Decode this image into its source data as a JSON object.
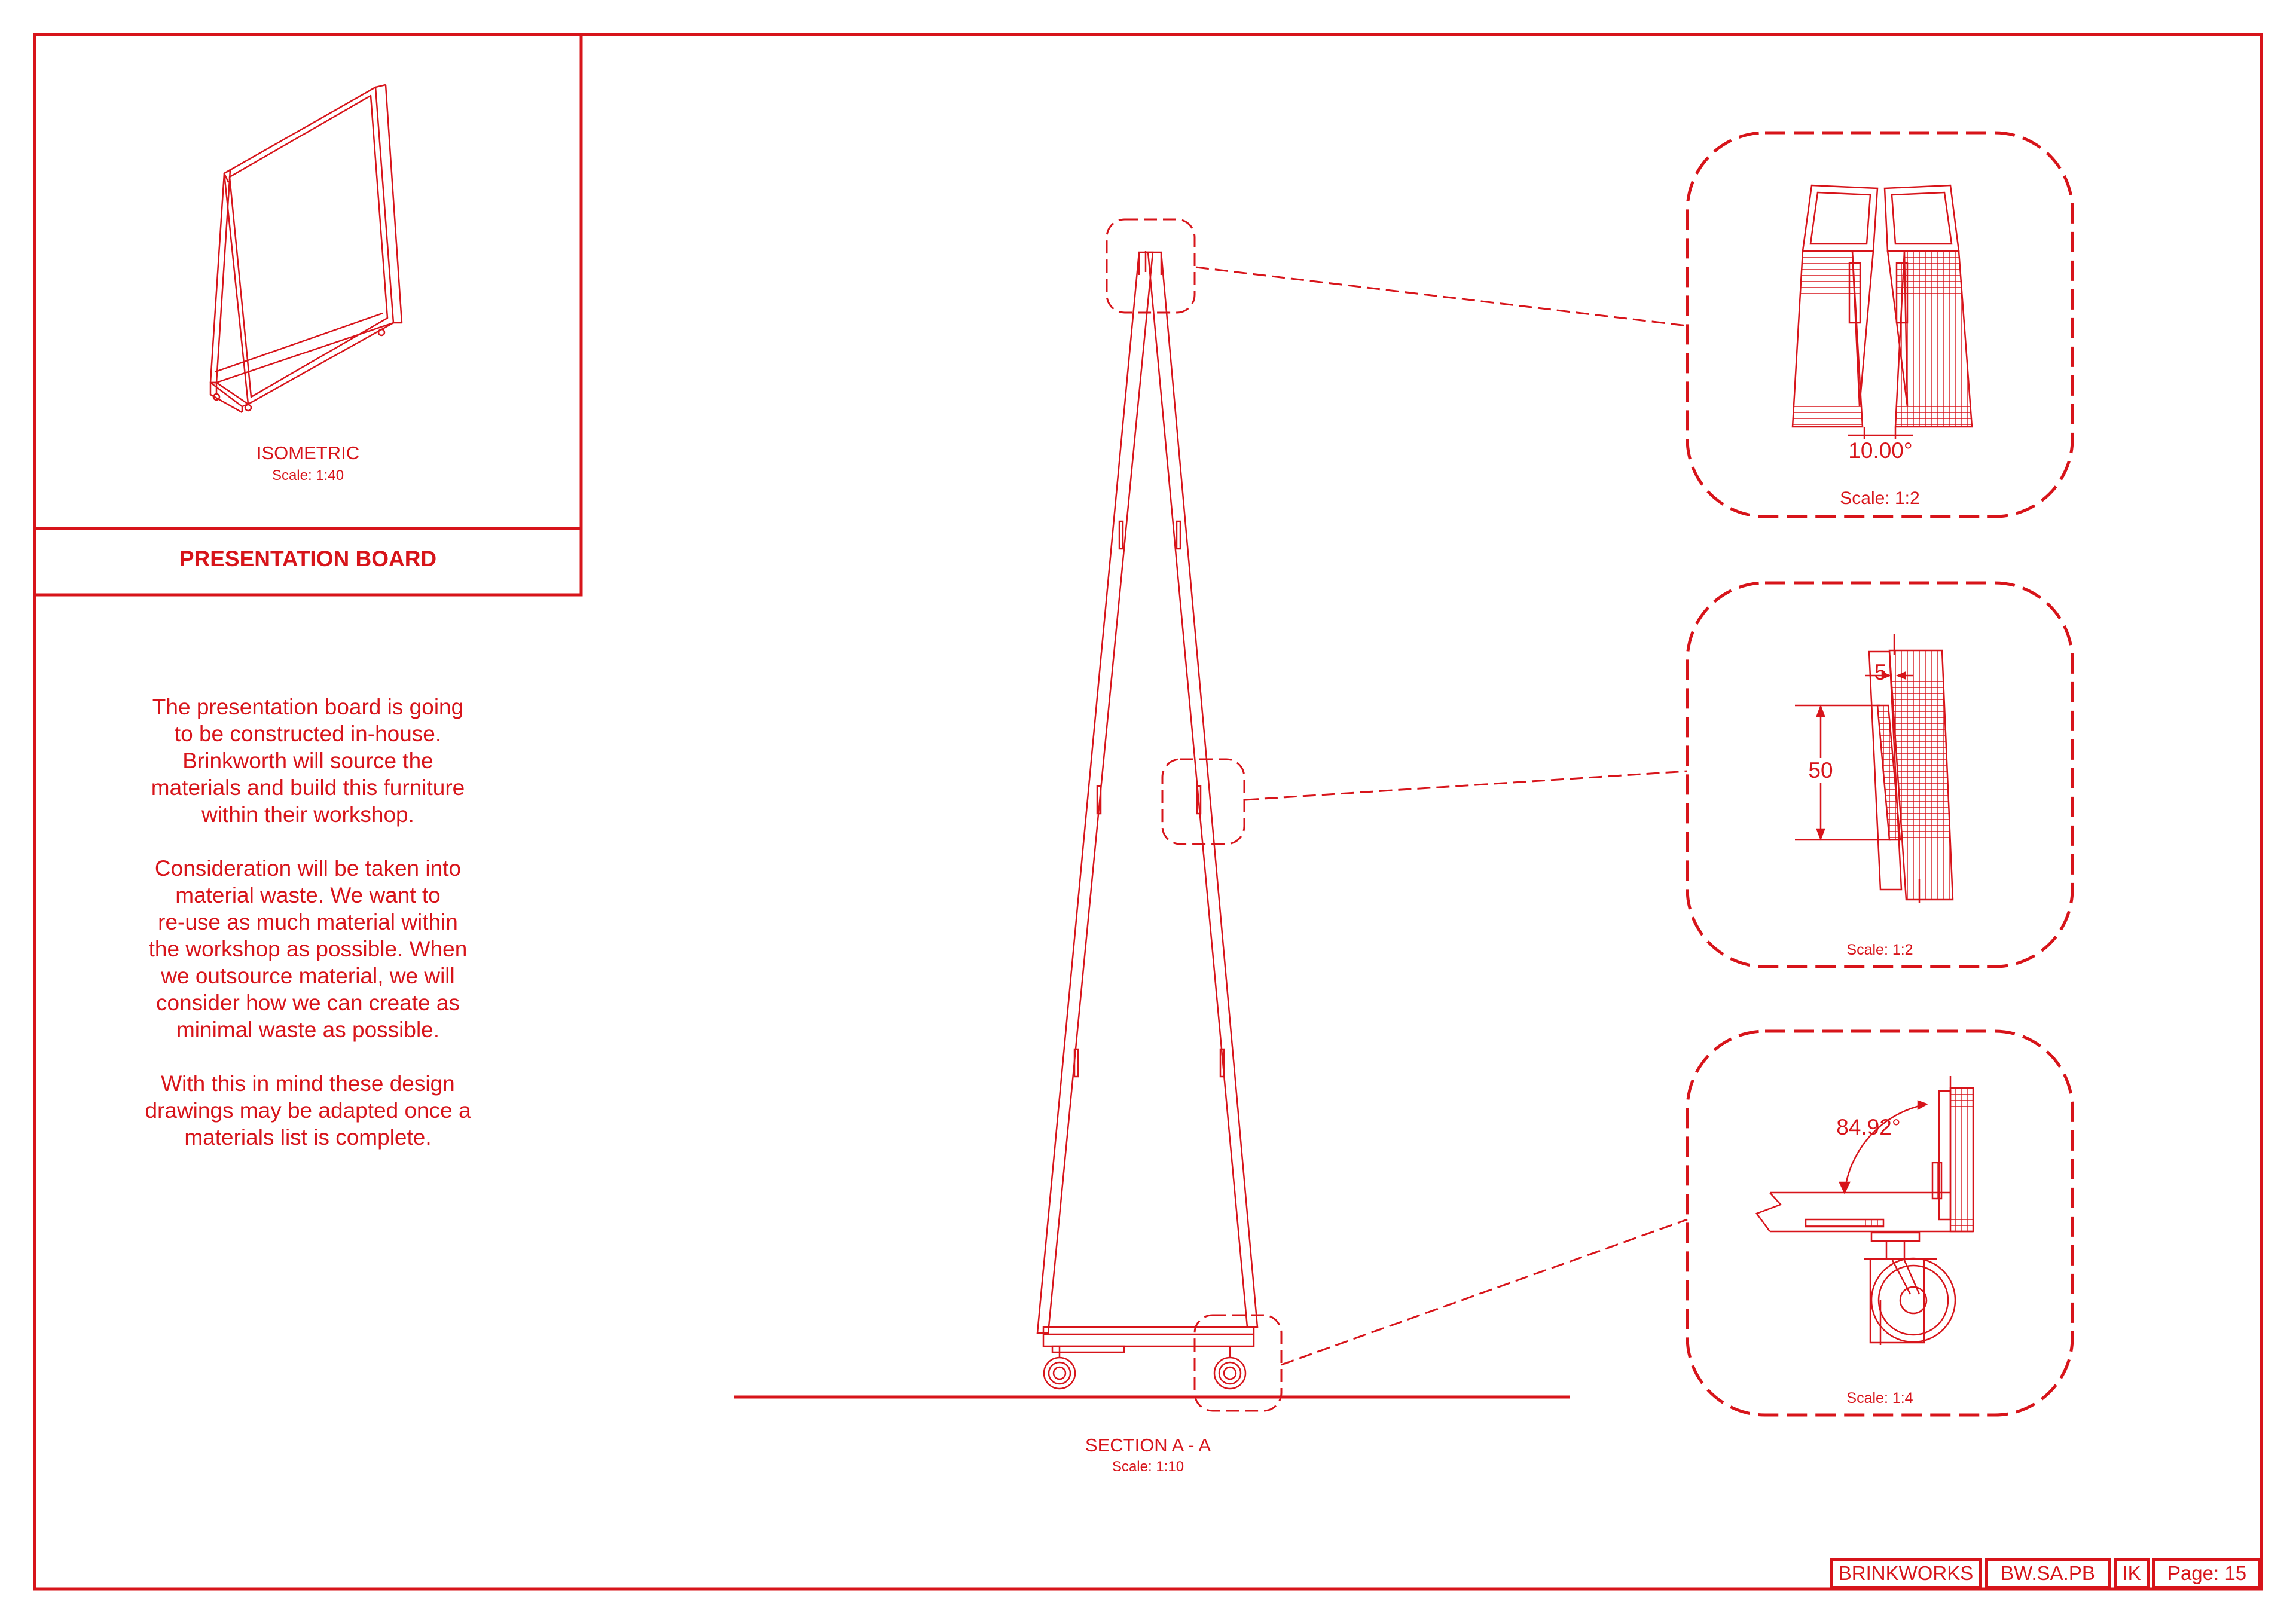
{
  "colors": {
    "ink": "#d7141a",
    "paper": "#ffffff"
  },
  "isometric": {
    "label": "ISOMETRIC",
    "scale": "Scale: 1:40"
  },
  "title_block": {
    "title": "PRESENTATION BOARD"
  },
  "notes": [
    [
      "The presentation board is going",
      "to be constructed in-house.",
      "Brinkworth will source the",
      "materials and build this furniture",
      "within their workshop."
    ],
    [
      "Consideration will be taken into",
      "material waste. We want to",
      "re-use as much material within",
      "the workshop as possible. When",
      "we outsource material, we will",
      "consider how we can create as",
      "minimal waste as possible."
    ],
    [
      "With this in mind these design",
      "drawings may be adapted once a",
      "materials list is complete."
    ]
  ],
  "section": {
    "label": "SECTION A - A",
    "scale": "Scale: 1:10"
  },
  "details": {
    "top": {
      "angle": "10.00°",
      "scale": "Scale: 1:2"
    },
    "middle": {
      "dim_small": "5",
      "dim_large": "50",
      "scale": "Scale: 1:2"
    },
    "bottom": {
      "angle": "84.92°",
      "scale": "Scale: 1:4"
    }
  },
  "footer": {
    "company": "BRINKWORKS",
    "code": "BW.SA.PB",
    "initials": "IK",
    "page": "Page: 15"
  }
}
